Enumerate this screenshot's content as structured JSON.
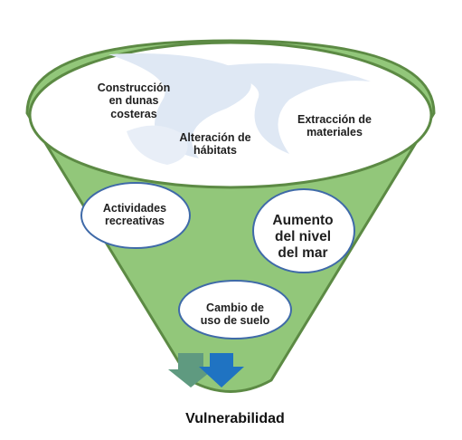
{
  "colors": {
    "funnel_fill": "#92c77a",
    "funnel_stroke": "#5c8a44",
    "bubble_fill": "#ffffff",
    "bubble_stroke": "#3f6aa8",
    "swirl_fill": "#dfe8f4",
    "arrow_main": "#1f73c2",
    "arrow_back": "#5f9a80",
    "text": "#1f1f1f"
  },
  "factors": {
    "construccion": "Construcción\nen dunas\ncosteras",
    "alteracion": "Alteración de\nhábitats",
    "extraccion": "Extracción de\nmateriales",
    "actividades": "Actividades\nrecreativas",
    "aumento": "Aumento\ndel nivel\ndel mar",
    "cambio": "Cambio de\nuso de suelo"
  },
  "result": "Vulnerabilidad",
  "icons": {
    "main_arrow": "down-arrow-icon",
    "back_arrow": "down-arrow-icon"
  }
}
